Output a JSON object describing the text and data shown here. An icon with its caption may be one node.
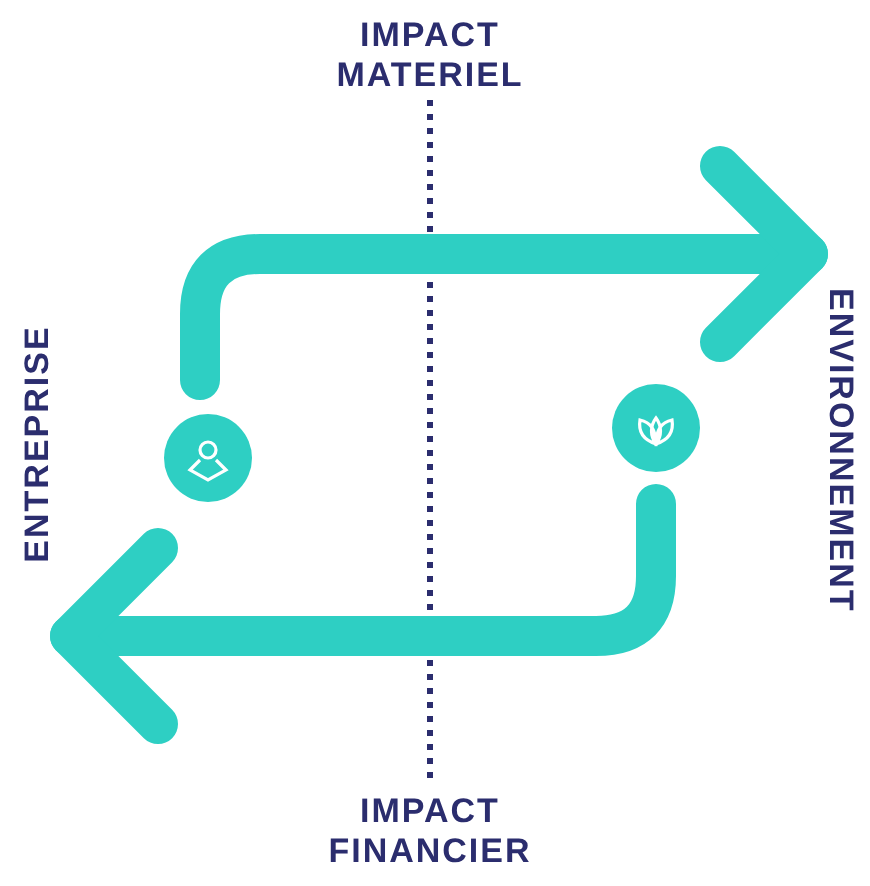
{
  "diagram": {
    "nodes": [
      {
        "text": [
          "IMPACT MATERIEL"
        ]
      },
      {
        "text": [
          "ENTREPRISE"
        ]
      },
      {
        "text": [],
        "shape": "circle"
      },
      {
        "text": [],
        "shape": "circle"
      },
      {
        "text": [
          "ENVIRONNEMENT"
        ]
      },
      {
        "text": [
          "IMPACT FINANCIER"
        ]
      }
    ],
    "edges": [
      {
        "from": 0,
        "to": 5,
        "arrow": "none",
        "style": "dashed",
        "color": "#2b2d6e"
      },
      {
        "from": 2,
        "to": 4,
        "arrow": "to"
      },
      {
        "from": 3,
        "to": 1,
        "arrow": "to"
      }
    ]
  }
}
